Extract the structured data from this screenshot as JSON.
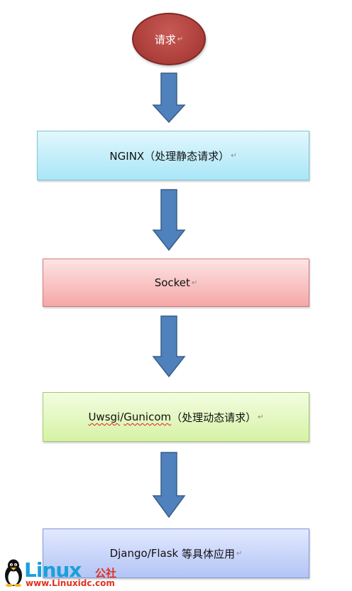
{
  "nodes": {
    "request": "请求",
    "nginx": "NGINX（处理静态请求）",
    "socket": "Socket",
    "uwsgi_word": "Uwsgi",
    "uwsgi_sep": "/",
    "gunicom_word": "Gunicom",
    "uwsgi_rest": "（处理动态请求）",
    "django_word": "Django",
    "django_sep": "/",
    "flask_word": "Flask",
    "django_rest": " 等具体应用"
  },
  "para_mark": "↵",
  "watermark": {
    "brand": "Linux",
    "brand_cn": "公社",
    "url": "www.Linuxidc.com"
  },
  "colors": {
    "arrow_fill": "#4f81bd",
    "arrow_stroke": "#385d8a",
    "request_fill": "#b0413d",
    "nginx_fill": "#a9e6f7",
    "socket_fill": "#f5a7a7",
    "uwsgi_fill": "#d6f2a6",
    "django_fill": "#b3c4f6"
  },
  "icons": [
    "down-arrow",
    "penguin-logo"
  ]
}
